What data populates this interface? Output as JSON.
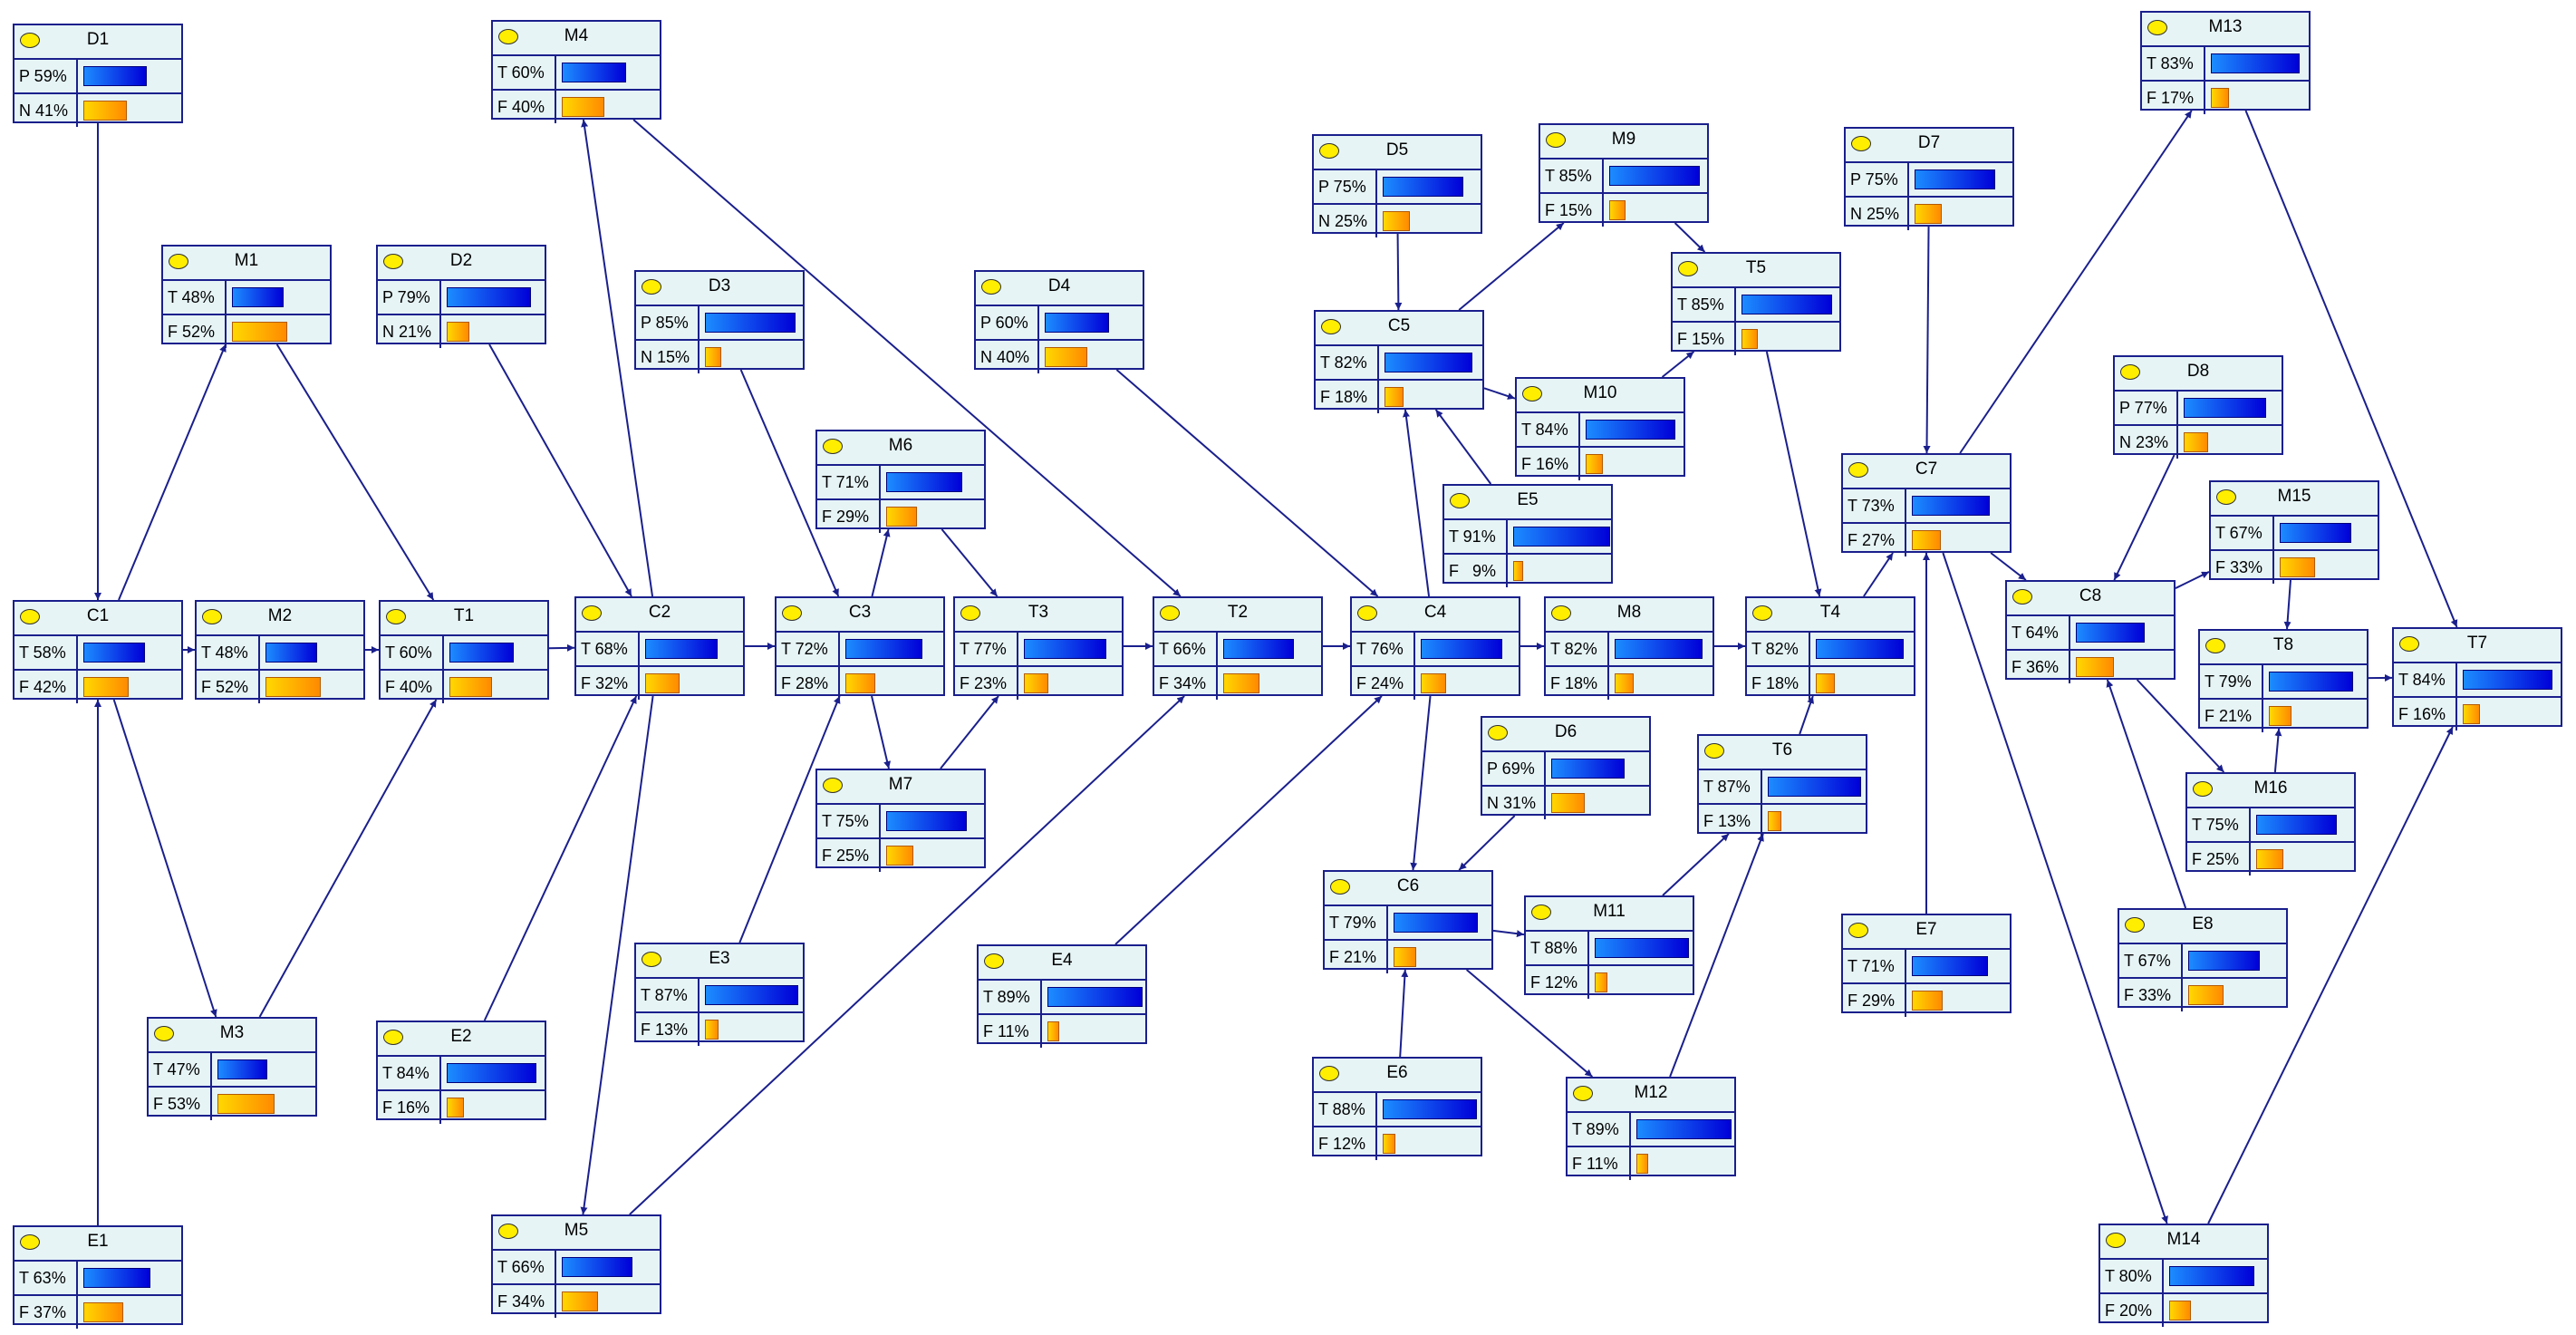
{
  "nodes": [
    {
      "id": "D1",
      "s1": "P",
      "v1": 59,
      "s2": "N",
      "v2": 41
    },
    {
      "id": "D2",
      "s1": "P",
      "v1": 79,
      "s2": "N",
      "v2": 21
    },
    {
      "id": "D3",
      "s1": "P",
      "v1": 85,
      "s2": "N",
      "v2": 15
    },
    {
      "id": "D4",
      "s1": "P",
      "v1": 60,
      "s2": "N",
      "v2": 40
    },
    {
      "id": "D5",
      "s1": "P",
      "v1": 75,
      "s2": "N",
      "v2": 25
    },
    {
      "id": "D6",
      "s1": "P",
      "v1": 69,
      "s2": "N",
      "v2": 31
    },
    {
      "id": "D7",
      "s1": "P",
      "v1": 75,
      "s2": "N",
      "v2": 25
    },
    {
      "id": "D8",
      "s1": "P",
      "v1": 77,
      "s2": "N",
      "v2": 23
    },
    {
      "id": "M1",
      "s1": "T",
      "v1": 48,
      "s2": "F",
      "v2": 52
    },
    {
      "id": "M2",
      "s1": "T",
      "v1": 48,
      "s2": "F",
      "v2": 52
    },
    {
      "id": "M3",
      "s1": "T",
      "v1": 47,
      "s2": "F",
      "v2": 53
    },
    {
      "id": "M4",
      "s1": "T",
      "v1": 60,
      "s2": "F",
      "v2": 40
    },
    {
      "id": "M5",
      "s1": "T",
      "v1": 66,
      "s2": "F",
      "v2": 34
    },
    {
      "id": "M6",
      "s1": "T",
      "v1": 71,
      "s2": "F",
      "v2": 29
    },
    {
      "id": "M7",
      "s1": "T",
      "v1": 75,
      "s2": "F",
      "v2": 25
    },
    {
      "id": "M8",
      "s1": "T",
      "v1": 82,
      "s2": "F",
      "v2": 18
    },
    {
      "id": "M9",
      "s1": "T",
      "v1": 85,
      "s2": "F",
      "v2": 15
    },
    {
      "id": "M10",
      "s1": "T",
      "v1": 84,
      "s2": "F",
      "v2": 16
    },
    {
      "id": "M11",
      "s1": "T",
      "v1": 88,
      "s2": "F",
      "v2": 12
    },
    {
      "id": "M12",
      "s1": "T",
      "v1": 89,
      "s2": "F",
      "v2": 11
    },
    {
      "id": "M13",
      "s1": "T",
      "v1": 83,
      "s2": "F",
      "v2": 17
    },
    {
      "id": "M14",
      "s1": "T",
      "v1": 80,
      "s2": "F",
      "v2": 20
    },
    {
      "id": "M15",
      "s1": "T",
      "v1": 67,
      "s2": "F",
      "v2": 33
    },
    {
      "id": "M16",
      "s1": "T",
      "v1": 75,
      "s2": "F",
      "v2": 25
    },
    {
      "id": "C1",
      "s1": "T",
      "v1": 58,
      "s2": "F",
      "v2": 42
    },
    {
      "id": "C2",
      "s1": "T",
      "v1": 68,
      "s2": "F",
      "v2": 32
    },
    {
      "id": "C3",
      "s1": "T",
      "v1": 72,
      "s2": "F",
      "v2": 28
    },
    {
      "id": "C4",
      "s1": "T",
      "v1": 76,
      "s2": "F",
      "v2": 24
    },
    {
      "id": "C5",
      "s1": "T",
      "v1": 82,
      "s2": "F",
      "v2": 18
    },
    {
      "id": "C6",
      "s1": "T",
      "v1": 79,
      "s2": "F",
      "v2": 21
    },
    {
      "id": "C7",
      "s1": "T",
      "v1": 73,
      "s2": "F",
      "v2": 27
    },
    {
      "id": "C8",
      "s1": "T",
      "v1": 64,
      "s2": "F",
      "v2": 36
    },
    {
      "id": "T1",
      "s1": "T",
      "v1": 60,
      "s2": "F",
      "v2": 40
    },
    {
      "id": "T2",
      "s1": "T",
      "v1": 66,
      "s2": "F",
      "v2": 34
    },
    {
      "id": "T3",
      "s1": "T",
      "v1": 77,
      "s2": "F",
      "v2": 23
    },
    {
      "id": "T4",
      "s1": "T",
      "v1": 82,
      "s2": "F",
      "v2": 18
    },
    {
      "id": "T5",
      "s1": "T",
      "v1": 85,
      "s2": "F",
      "v2": 15
    },
    {
      "id": "T6",
      "s1": "T",
      "v1": 87,
      "s2": "F",
      "v2": 13
    },
    {
      "id": "T7",
      "s1": "T",
      "v1": 84,
      "s2": "F",
      "v2": 16
    },
    {
      "id": "T8",
      "s1": "T",
      "v1": 79,
      "s2": "F",
      "v2": 21
    },
    {
      "id": "E1",
      "s1": "T",
      "v1": 63,
      "s2": "F",
      "v2": 37
    },
    {
      "id": "E2",
      "s1": "T",
      "v1": 84,
      "s2": "F",
      "v2": 16
    },
    {
      "id": "E3",
      "s1": "T",
      "v1": 87,
      "s2": "F",
      "v2": 13
    },
    {
      "id": "E4",
      "s1": "T",
      "v1": 89,
      "s2": "F",
      "v2": 11
    },
    {
      "id": "E5",
      "s1": "T",
      "v1": 91,
      "s2": "F",
      "v2": 9
    },
    {
      "id": "E6",
      "s1": "T",
      "v1": 88,
      "s2": "F",
      "v2": 12
    },
    {
      "id": "E7",
      "s1": "T",
      "v1": 71,
      "s2": "F",
      "v2": 29
    },
    {
      "id": "E8",
      "s1": "T",
      "v1": 67,
      "s2": "F",
      "v2": 33
    }
  ],
  "edges": [
    [
      "D1",
      "C1"
    ],
    [
      "C1",
      "M1"
    ],
    [
      "C1",
      "M2"
    ],
    [
      "C1",
      "M3"
    ],
    [
      "E1",
      "C1"
    ],
    [
      "M1",
      "T1"
    ],
    [
      "M2",
      "T1"
    ],
    [
      "M3",
      "T1"
    ],
    [
      "T1",
      "C2"
    ],
    [
      "D2",
      "C2"
    ],
    [
      "E2",
      "C2"
    ],
    [
      "C2",
      "M4"
    ],
    [
      "C2",
      "M5"
    ],
    [
      "C2",
      "C3"
    ],
    [
      "M4",
      "T2"
    ],
    [
      "M5",
      "T2"
    ],
    [
      "D3",
      "C3"
    ],
    [
      "E3",
      "C3"
    ],
    [
      "C3",
      "M6"
    ],
    [
      "C3",
      "M7"
    ],
    [
      "M6",
      "T3"
    ],
    [
      "M7",
      "T3"
    ],
    [
      "T3",
      "T2"
    ],
    [
      "T2",
      "C4"
    ],
    [
      "D4",
      "C4"
    ],
    [
      "E4",
      "C4"
    ],
    [
      "C4",
      "C5"
    ],
    [
      "C4",
      "C6"
    ],
    [
      "C4",
      "M8"
    ],
    [
      "D5",
      "C5"
    ],
    [
      "E5",
      "C5"
    ],
    [
      "C5",
      "M9"
    ],
    [
      "C5",
      "M10"
    ],
    [
      "M9",
      "T5"
    ],
    [
      "M10",
      "T5"
    ],
    [
      "T5",
      "T4"
    ],
    [
      "M8",
      "T4"
    ],
    [
      "D6",
      "C6"
    ],
    [
      "E6",
      "C6"
    ],
    [
      "C6",
      "M11"
    ],
    [
      "C6",
      "M12"
    ],
    [
      "M11",
      "T6"
    ],
    [
      "M12",
      "T6"
    ],
    [
      "T6",
      "T4"
    ],
    [
      "T4",
      "C7"
    ],
    [
      "D7",
      "C7"
    ],
    [
      "E7",
      "C7"
    ],
    [
      "C7",
      "M13"
    ],
    [
      "C7",
      "M14"
    ],
    [
      "C7",
      "C8"
    ],
    [
      "M13",
      "T7"
    ],
    [
      "M14",
      "T7"
    ],
    [
      "D8",
      "C8"
    ],
    [
      "E8",
      "C8"
    ],
    [
      "C8",
      "M15"
    ],
    [
      "C8",
      "M16"
    ],
    [
      "M15",
      "T8"
    ],
    [
      "M16",
      "T8"
    ],
    [
      "T8",
      "T7"
    ]
  ]
}
